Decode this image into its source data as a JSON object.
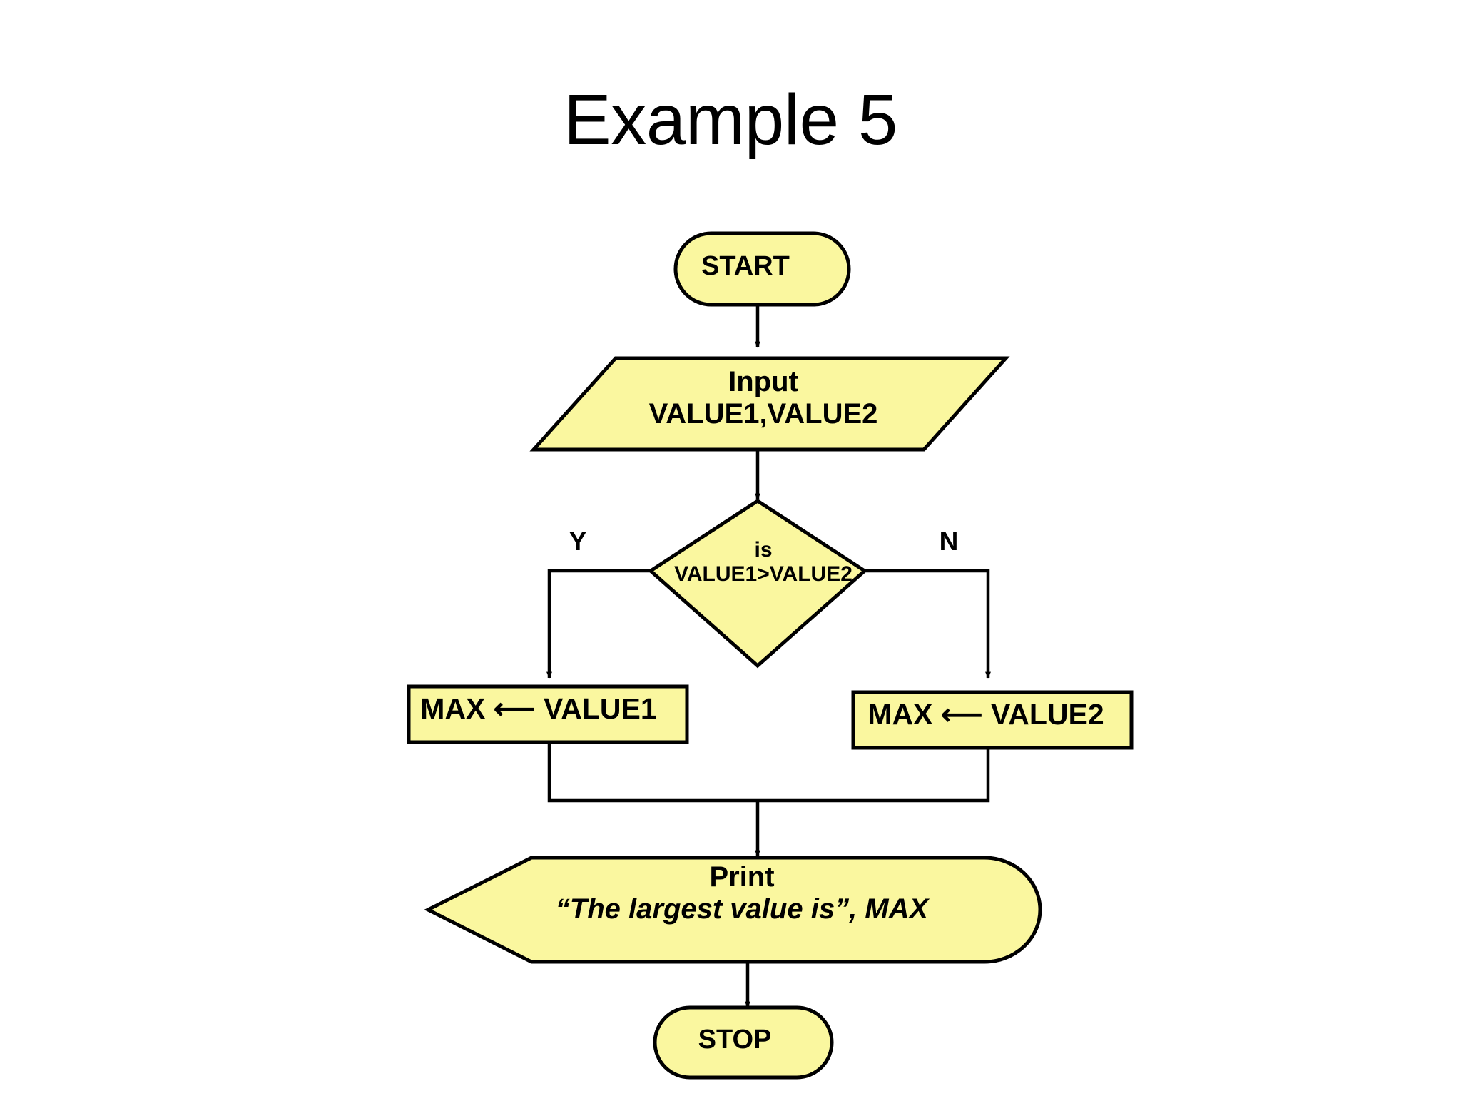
{
  "slide": {
    "title": "Example 5",
    "background": "#ffffff"
  },
  "style": {
    "node_fill": "#FAF79F",
    "node_stroke": "#000000",
    "text_color": "#000000",
    "connector_color": "#000000"
  },
  "flowchart": {
    "nodes": [
      {
        "id": "start",
        "shape": "terminator",
        "label": "START"
      },
      {
        "id": "input",
        "shape": "parallelogram",
        "line1": "Input",
        "line2": "VALUE1,VALUE2"
      },
      {
        "id": "decide",
        "shape": "diamond",
        "line1": "is",
        "line2": "VALUE1>VALUE2"
      },
      {
        "id": "proc_l",
        "shape": "rectangle",
        "label": "MAX ⟵ VALUE1"
      },
      {
        "id": "proc_r",
        "shape": "rectangle",
        "label": "MAX ⟵ VALUE2"
      },
      {
        "id": "print",
        "shape": "display",
        "line1": "Print",
        "line2": "“The largest value is”, MAX"
      },
      {
        "id": "stop",
        "shape": "terminator",
        "label": "STOP"
      }
    ],
    "branch_labels": {
      "yes": "Y",
      "no": "N"
    }
  }
}
